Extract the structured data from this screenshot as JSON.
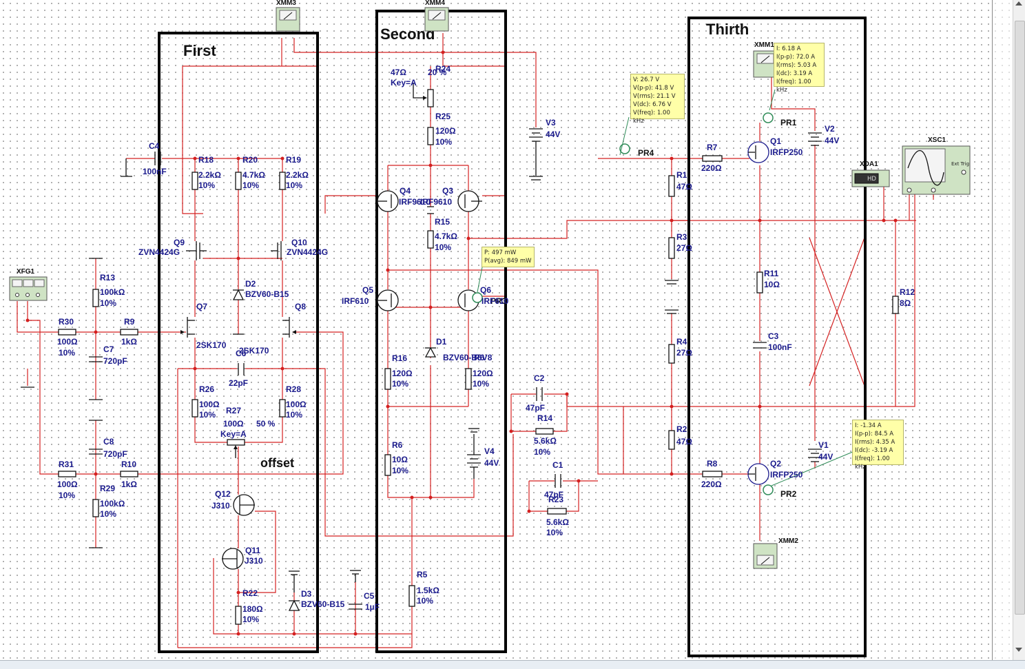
{
  "sections": {
    "first": "First",
    "second": "Second",
    "third": "Thirth",
    "offset": "offset"
  },
  "instruments": {
    "xmm3": "XMM3",
    "xmm4": "XMM4",
    "xmm1": "XMM1",
    "xmm2": "XMM2",
    "xfg1": "XFG1",
    "xda1": "XDA1",
    "xsc1": "XSC1",
    "xsc1_trig": "Ext Trig",
    "xda1_hd": "HD"
  },
  "components": {
    "c4": {
      "name": "C4",
      "value": "100nF"
    },
    "r18": {
      "name": "R18",
      "value": "2.2kΩ",
      "tol": "10%"
    },
    "r20": {
      "name": "R20",
      "value": "4.7kΩ",
      "tol": "10%"
    },
    "r19": {
      "name": "R19",
      "value": "2.2kΩ",
      "tol": "10%"
    },
    "q9": {
      "name": "Q9",
      "value": "ZVN4424G"
    },
    "q10": {
      "name": "Q10",
      "value": "ZVN4424G"
    },
    "d2": {
      "name": "D2",
      "value": "BZV60-B15"
    },
    "q7": {
      "name": "Q7",
      "value": "2SK170"
    },
    "q8": {
      "name": "Q8",
      "value": "2SK170"
    },
    "c6": {
      "name": "C6",
      "value": "22pF"
    },
    "r26": {
      "name": "R26",
      "value": "100Ω",
      "tol": "10%"
    },
    "r28": {
      "name": "R28",
      "value": "100Ω",
      "tol": "10%"
    },
    "r27": {
      "name": "R27",
      "value": "100Ω",
      "pct": "50 %",
      "key": "Key=A"
    },
    "q12": {
      "name": "Q12",
      "value": "J310"
    },
    "q11": {
      "name": "Q11",
      "value": "J310"
    },
    "r22": {
      "name": "R22",
      "value": "180Ω",
      "tol": "10%"
    },
    "d3": {
      "name": "D3",
      "value": "BZV60-B15"
    },
    "c5": {
      "name": "C5",
      "value": "1µF"
    },
    "r13": {
      "name": "R13",
      "value": "100kΩ",
      "tol": "10%"
    },
    "c7": {
      "name": "C7",
      "value": "720pF"
    },
    "r30": {
      "name": "R30",
      "value": "100Ω",
      "tol": "10%"
    },
    "r9": {
      "name": "R9",
      "value": "1kΩ"
    },
    "c8": {
      "name": "C8",
      "value": "720pF"
    },
    "r31": {
      "name": "R31",
      "value": "100Ω",
      "tol": "10%"
    },
    "r10": {
      "name": "R10",
      "value": "1kΩ"
    },
    "r29": {
      "name": "R29",
      "value": "100kΩ",
      "tol": "10%"
    },
    "r24": {
      "name": "R24",
      "value": "47Ω",
      "pct": "20 %",
      "key": "Key=A"
    },
    "r25": {
      "name": "R25",
      "value": "120Ω",
      "tol": "10%"
    },
    "q4": {
      "name": "Q4",
      "value": "IRF9610"
    },
    "q3": {
      "name": "Q3",
      "value": "IRF9610"
    },
    "r15": {
      "name": "R15",
      "value": "4.7kΩ",
      "tol": "10%"
    },
    "q5": {
      "name": "Q5",
      "value": "IRF610"
    },
    "q6": {
      "name": "Q6",
      "value": "IRF610"
    },
    "d1": {
      "name": "D1",
      "value": "BZV60-B6V8"
    },
    "r16": {
      "name": "R16",
      "value": "120Ω",
      "tol": "10%"
    },
    "r6b": {
      "name": "R6",
      "value": "120Ω",
      "tol": "10%"
    },
    "r6": {
      "name": "R6",
      "value": "10Ω",
      "tol": "10%"
    },
    "r5": {
      "name": "R5",
      "value": "1.5kΩ",
      "tol": "10%"
    },
    "v4": {
      "name": "V4",
      "value": "44V"
    },
    "v3": {
      "name": "V3",
      "value": "44V"
    },
    "c2": {
      "name": "C2",
      "value": "47pF"
    },
    "r14": {
      "name": "R14",
      "value": "5.6kΩ",
      "tol": "10%"
    },
    "c1": {
      "name": "C1",
      "value": "47pF"
    },
    "r23": {
      "name": "R23",
      "value": "5.6kΩ",
      "tol": "10%"
    },
    "r7": {
      "name": "R7",
      "value": "220Ω"
    },
    "r1": {
      "name": "R1",
      "value": "47Ω"
    },
    "r3": {
      "name": "R3",
      "value": "27Ω"
    },
    "r4": {
      "name": "R4",
      "value": "27Ω"
    },
    "r2": {
      "name": "R2",
      "value": "47Ω"
    },
    "r8": {
      "name": "R8",
      "value": "220Ω"
    },
    "q1": {
      "name": "Q1",
      "value": "IRFP250"
    },
    "q2": {
      "name": "Q2",
      "value": "IRFP250"
    },
    "r11": {
      "name": "R11",
      "value": "10Ω"
    },
    "c3": {
      "name": "C3",
      "value": "100nF"
    },
    "r12": {
      "name": "R12",
      "value": "8Ω"
    },
    "v2": {
      "name": "V2",
      "value": "44V"
    },
    "v1": {
      "name": "V1",
      "value": "44V"
    }
  },
  "probes": {
    "pr1": {
      "name": "PR1",
      "lines": [
        "I: 6.18 A",
        "I(p-p): 72.0 A",
        "I(rms): 5.03 A",
        "I(dc): 3.19 A",
        "I(freq): 1.00 kHz"
      ]
    },
    "pr2": {
      "name": "PR2",
      "lines": [
        "I: -1.34 A",
        "I(p-p): 84.5 A",
        "I(rms): 4.35 A",
        "I(dc): -3.19 A",
        "I(freq): 1.00 kHz"
      ]
    },
    "pr4": {
      "name": "PR4",
      "lines": [
        "V: 26.7 V",
        "V(p-p): 41.8 V",
        "V(rms): 21.1 V",
        "V(dc): 6.76 V",
        "V(freq): 1.00 kHz"
      ]
    },
    "pr3": {
      "name": "PR3",
      "lines": [
        "P: 497 mW",
        "P(avg): 849 mW"
      ]
    }
  },
  "colors": {
    "wire": "#d42020",
    "label": "#1a1a8c",
    "probe_bg": "#ffffa8"
  }
}
